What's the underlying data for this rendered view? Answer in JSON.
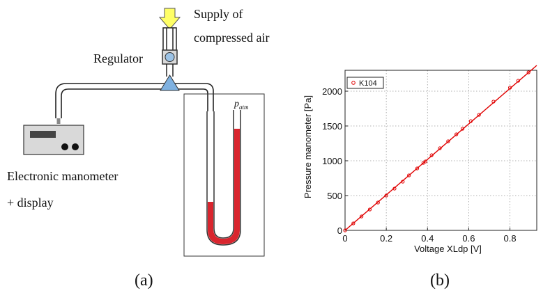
{
  "diagram": {
    "supply_line1": "Supply of",
    "supply_line2": "compressed air",
    "regulator": "Regulator",
    "electronic_line1": "Electronic manometer",
    "electronic_line2": "+ display",
    "patm_main": "p",
    "patm_sub": "atm",
    "caption": "(a)"
  },
  "chart_caption": "(b)",
  "colors": {
    "accent_yellow": "#ffff66",
    "regulator_blue": "#9cc3e6",
    "triangle_blue": "#7fb1e0",
    "fluid_red": "#d9252e",
    "line_red": "#e00000",
    "device_gray": "#d9d9d9"
  },
  "chart_data": {
    "type": "line",
    "xlabel": "Voltage XLdp [V]",
    "ylabel": "Pressure manometer [Pa]",
    "xlim": [
      0,
      0.93
    ],
    "ylim": [
      0,
      2300
    ],
    "xticks": [
      0,
      0.2,
      0.4,
      0.6,
      0.8
    ],
    "xtick_labels": [
      "0",
      "0.2",
      "0.4",
      "0.6",
      "0.8"
    ],
    "yticks": [
      0,
      500,
      1000,
      1500,
      2000
    ],
    "ytick_labels": [
      "0",
      "500",
      "1000",
      "1500",
      "2000"
    ],
    "grid": true,
    "legend_position": "top-left",
    "series": [
      {
        "name": "K104",
        "color": "#e00000",
        "marker": "circle",
        "x": [
          0,
          0.04,
          0.08,
          0.12,
          0.16,
          0.2,
          0.24,
          0.28,
          0.31,
          0.35,
          0.38,
          0.39,
          0.42,
          0.46,
          0.5,
          0.54,
          0.57,
          0.61,
          0.65,
          0.72,
          0.8,
          0.84,
          0.89
        ],
        "y": [
          0,
          100,
          200,
          300,
          400,
          500,
          600,
          700,
          790,
          890,
          970,
          990,
          1080,
          1180,
          1280,
          1380,
          1460,
          1570,
          1660,
          1850,
          2050,
          2150,
          2270
        ]
      }
    ],
    "fit_line": {
      "x": [
        0,
        0.93
      ],
      "y": [
        0,
        2370
      ]
    }
  }
}
